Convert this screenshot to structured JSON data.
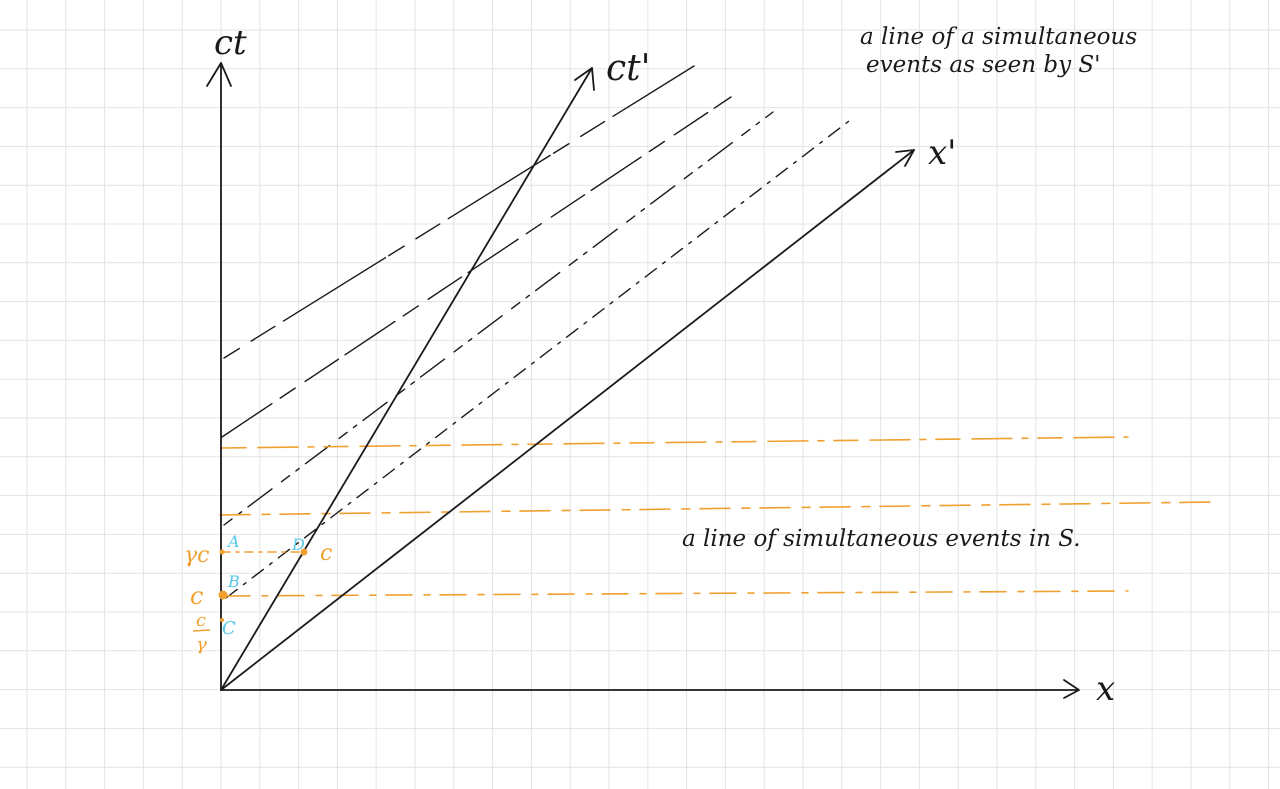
{
  "axes": {
    "ct": "ct",
    "ct_prime": "ct'",
    "x": "x",
    "x_prime": "x'"
  },
  "annotations": {
    "simultaneous_s_prime_line1": "a line of a simultaneous",
    "simultaneous_s_prime_line2": "events as seen by S'",
    "simultaneous_s": "a line of simultaneous events in S."
  },
  "points": {
    "A": "A",
    "B": "B",
    "C": "C",
    "D": "D"
  },
  "values": {
    "gamma_c": "γc",
    "c": "c",
    "c_over_gamma_num": "c",
    "c_over_gamma_den": "γ",
    "d_value": "c"
  },
  "colors": {
    "ink": "#1a1a1a",
    "orange": "#f0a030",
    "cyan": "#55c8e8",
    "grid": "#e3e3e3"
  }
}
